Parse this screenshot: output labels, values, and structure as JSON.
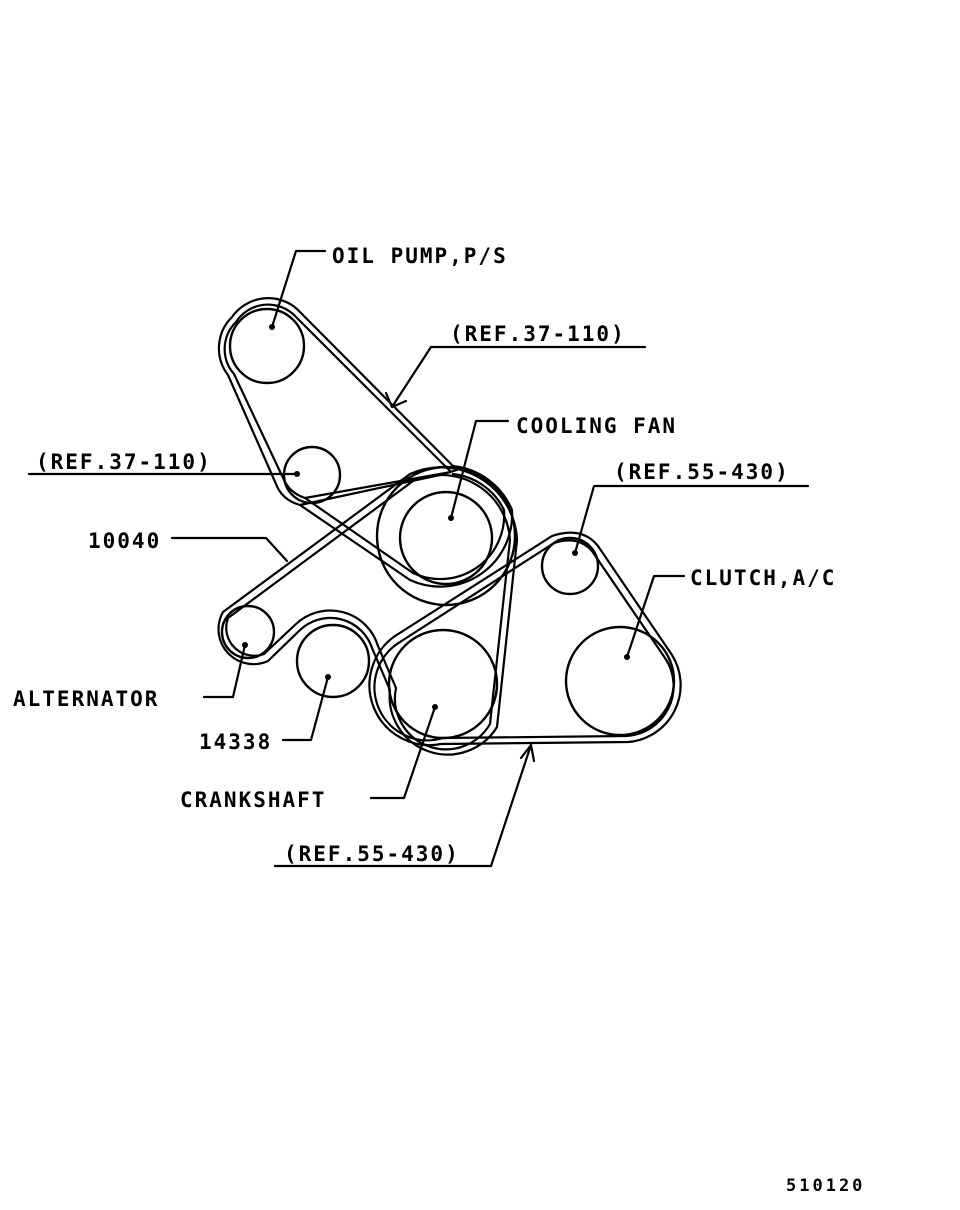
{
  "labels": {
    "oil_pump": "OIL PUMP,P/S",
    "ref_37_110_top": "(REF.37-110)",
    "cooling_fan": "COOLING FAN",
    "ref_37_110_left": "(REF.37-110)",
    "ref_55_430_top": "(REF.55-430)",
    "clutch_ac": "CLUTCH,A/C",
    "part_10040": "10040",
    "alternator": "ALTERNATOR",
    "part_14338": "14338",
    "crankshaft": "CRANKSHAFT",
    "ref_55_430_bottom": "(REF.55-430)"
  },
  "figure_number": "510120"
}
